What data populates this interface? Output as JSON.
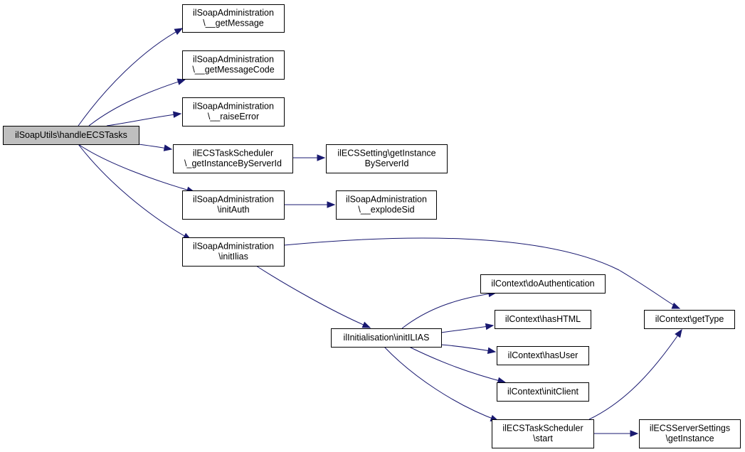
{
  "nodes": [
    {
      "id": "root",
      "lines": [
        "ilSoapUtils\\handleECSTasks"
      ],
      "root": true
    },
    {
      "id": "getMessage",
      "lines": [
        "ilSoapAdministration",
        "\\__getMessage"
      ]
    },
    {
      "id": "getMessageCode",
      "lines": [
        "ilSoapAdministration",
        "\\__getMessageCode"
      ]
    },
    {
      "id": "raiseError",
      "lines": [
        "ilSoapAdministration",
        "\\__raiseError"
      ]
    },
    {
      "id": "getInstanceByServerId",
      "lines": [
        "ilECSTaskScheduler",
        "\\_getInstanceByServerId"
      ]
    },
    {
      "id": "initAuth",
      "lines": [
        "ilSoapAdministration",
        "\\initAuth"
      ]
    },
    {
      "id": "initIlias",
      "lines": [
        "ilSoapAdministration",
        "\\initIlias"
      ]
    },
    {
      "id": "settingGetInstance",
      "lines": [
        "ilECSSetting\\getInstance",
        "ByServerId"
      ]
    },
    {
      "id": "explodeSid",
      "lines": [
        "ilSoapAdministration",
        "\\__explodeSid"
      ]
    },
    {
      "id": "initILIAS",
      "lines": [
        "ilInitialisation\\initILIAS"
      ]
    },
    {
      "id": "doAuthentication",
      "lines": [
        "ilContext\\doAuthentication"
      ]
    },
    {
      "id": "hasHTML",
      "lines": [
        "ilContext\\hasHTML"
      ]
    },
    {
      "id": "hasUser",
      "lines": [
        "ilContext\\hasUser"
      ]
    },
    {
      "id": "initClient",
      "lines": [
        "ilContext\\initClient"
      ]
    },
    {
      "id": "start",
      "lines": [
        "ilECSTaskScheduler",
        "\\start"
      ]
    },
    {
      "id": "getType",
      "lines": [
        "ilContext\\getType"
      ]
    },
    {
      "id": "serverSettings",
      "lines": [
        "ilECSServerSettings",
        "\\getInstance"
      ]
    }
  ],
  "edges": [
    [
      "root",
      "getMessage"
    ],
    [
      "root",
      "getMessageCode"
    ],
    [
      "root",
      "raiseError"
    ],
    [
      "root",
      "getInstanceByServerId"
    ],
    [
      "root",
      "initAuth"
    ],
    [
      "root",
      "initIlias"
    ],
    [
      "getInstanceByServerId",
      "settingGetInstance"
    ],
    [
      "initAuth",
      "explodeSid"
    ],
    [
      "initIlias",
      "getType"
    ],
    [
      "initIlias",
      "initILIAS"
    ],
    [
      "initILIAS",
      "doAuthentication"
    ],
    [
      "initILIAS",
      "hasHTML"
    ],
    [
      "initILIAS",
      "hasUser"
    ],
    [
      "initILIAS",
      "initClient"
    ],
    [
      "initILIAS",
      "start"
    ],
    [
      "start",
      "getType"
    ],
    [
      "start",
      "serverSettings"
    ]
  ]
}
